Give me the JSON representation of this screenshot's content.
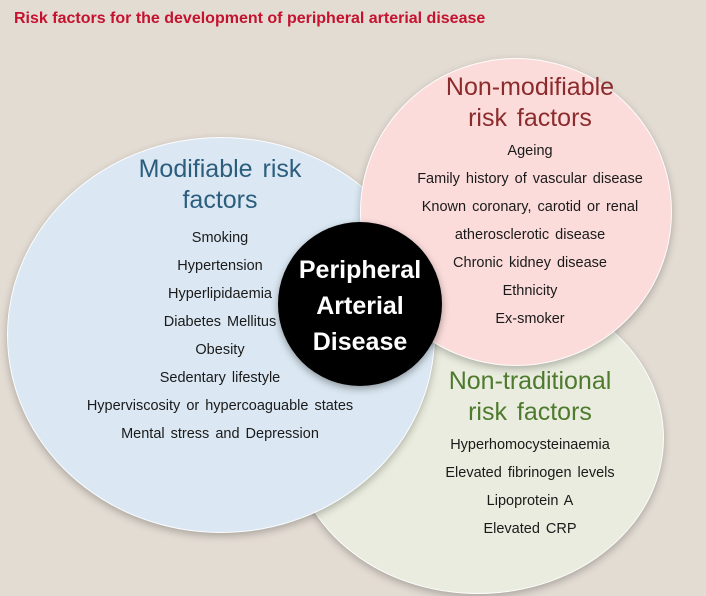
{
  "colors": {
    "background": "#e3dcd3",
    "title": "#c4122f",
    "modifiable_fill": "#dbe8f3",
    "modifiable_heading": "#2b5d7d",
    "non_modifiable_fill": "#fbdcdb",
    "non_modifiable_heading": "#8c2b2b",
    "non_traditional_fill": "#e9ecde",
    "non_traditional_heading": "#4e7a2e",
    "center_fill": "#000000"
  },
  "title": "Risk factors for the development of peripheral arterial disease",
  "center": {
    "lines": [
      "Peripheral",
      "Arterial",
      "Disease"
    ]
  },
  "modifiable": {
    "heading_lines": [
      "Modifiable risk",
      "factors"
    ],
    "items": [
      "Smoking",
      "Hypertension",
      "Hyperlipidaemia",
      "Diabetes Mellitus",
      "Obesity",
      "Sedentary lifestyle",
      "Hyperviscosity or hypercoaguable states",
      "Mental stress and Depression"
    ]
  },
  "non_modifiable": {
    "heading_lines": [
      "Non-modifiable",
      "risk factors"
    ],
    "items": [
      "Ageing",
      "Family history of vascular disease",
      "Known coronary, carotid or renal",
      "atherosclerotic disease",
      "Chronic kidney disease",
      "Ethnicity",
      "Ex-smoker"
    ]
  },
  "non_traditional": {
    "heading_lines": [
      "Non-traditional",
      "risk factors"
    ],
    "items": [
      "Hyperhomocysteinaemia",
      "Elevated fibrinogen levels",
      "Lipoprotein A",
      "Elevated CRP"
    ]
  }
}
